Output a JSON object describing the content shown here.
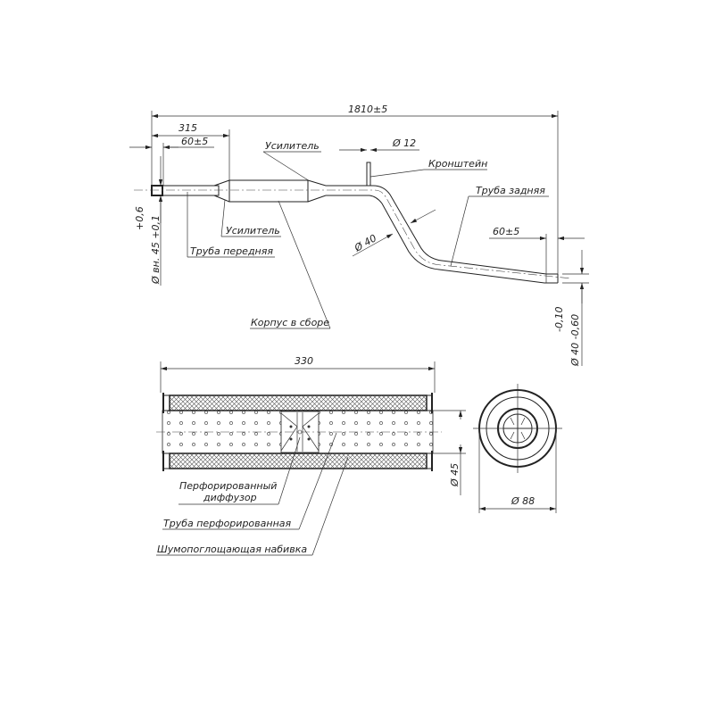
{
  "top_view": {
    "overall_length": "1810±5",
    "front_length": "315",
    "front_insert": "60±5",
    "rear_insert": "60±5",
    "bracket_diameter": "Ø 12",
    "pipe_diameter": "Ø 40",
    "inlet_tol_upper": "+0,6",
    "inlet_diameter": "Ø вн. 45 +0,1",
    "outlet_tol_upper": "-0,10",
    "outlet_diameter": "Ø 40 -0,60",
    "labels": {
      "reinforcer_top": "Усилитель",
      "bracket": "Кронштейн",
      "rear_pipe": "Труба задняя",
      "reinforcer_bottom": "Усилитель",
      "front_pipe": "Труба передняя",
      "housing": "Корпус в сборе"
    }
  },
  "section_view": {
    "length": "330",
    "inner_diameter": "Ø 45",
    "outer_diameter": "Ø 88",
    "labels": {
      "diffuser_line1": "Перфорированный",
      "diffuser_line2": "диффузор",
      "perforated_pipe": "Труба  перфорированная",
      "packing": "Шумопоглощающая набивка"
    }
  }
}
